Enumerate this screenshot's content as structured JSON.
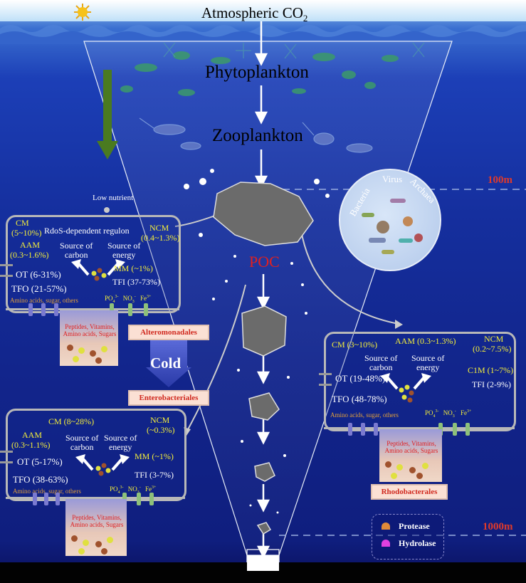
{
  "top": {
    "atmospheric_co2": "Atmospheric CO",
    "co2_sub": "2",
    "phytoplankton": "Phytoplankton",
    "zooplankton": "Zooplankton",
    "poc": "POC",
    "low_nutrient": "Low nutrient"
  },
  "depths": {
    "d100": "100m",
    "d1000": "1000m"
  },
  "microbes_circle": {
    "bacteria": "Bacteria",
    "virus": "Virus",
    "archaea": "Archaea"
  },
  "cell_top_left": {
    "cm_label": "CM",
    "cm_value": "(5~10%)",
    "aam_label": "AAM",
    "aam_value": "(0.3~1.6%)",
    "regulon": "RdoS-dependent regulon",
    "ncm_label": "NCM",
    "ncm_value": "(0.4~1.3%)",
    "source_carbon_1": "Source of",
    "source_carbon_2": "carbon",
    "source_energy_1": "Source of",
    "source_energy_2": "energy",
    "ot": "OT (6-31%)",
    "mm": "MM (~1%)",
    "tfo": "TFO (21-57%)",
    "tfi": "TFI (37-73%)",
    "nutrients": "Amino acids, sugar, others",
    "po4": "PO",
    "po4_sup": "3-",
    "po4_sub": "4",
    "no3": "NO",
    "no3_sub": "3",
    "no3_sup": "-",
    "fe": "Fe",
    "fe_sup": "3+",
    "peri_text": "Peptides, Vitamins, Amino acids, Sugars"
  },
  "labels": {
    "alteromonadales": "Alteromonadales",
    "cold": "Cold",
    "enterobacteriales": "Enterobacteriales",
    "rhodobacterales": "Rhodobacterales"
  },
  "cell_bottom_left": {
    "cm": "CM (8~28%)",
    "ncm_label": "NCM",
    "ncm_value": "(~0.3%)",
    "aam_label": "AAM",
    "aam_value": "(0.3~1.1%)",
    "source_carbon_1": "Source of",
    "source_carbon_2": "carbon",
    "source_energy_1": "Source of",
    "source_energy_2": "energy",
    "mm": "MM (~1%)",
    "ot": "OT (5-17%)",
    "tfi": "TFI (3-7%)",
    "tfo": "TFO (38-63%)",
    "nutrients": "Amino acids, sugar, others",
    "po4": "PO",
    "po4_sup": "3-",
    "po4_sub": "4",
    "no3": "NO",
    "no3_sub": "3",
    "no3_sup": "-",
    "fe": "Fe",
    "fe_sup": "3+",
    "peri_text": "Peptides, Vitamins, Amino acids, Sugars"
  },
  "cell_right": {
    "cm": "CM (3~10%)",
    "aam": "AAM (0.3~1.3%)",
    "ncm_label": "NCM",
    "ncm_value": "(0.2~7.5%)",
    "source_carbon_1": "Source of",
    "source_carbon_2": "carbon",
    "source_energy_1": "Source of",
    "source_energy_2": "energy",
    "c1m": "C1M (1~7%)",
    "ot": "OT (19-48%)",
    "tfi": "TFI (2-9%)",
    "tfo": "TFO (48-78%)",
    "nutrients": "Amino acids, sugar, others",
    "po4": "PO",
    "po4_sup": "3-",
    "po4_sub": "4",
    "no3": "NO",
    "no3_sub": "3",
    "no3_sup": "-",
    "fe": "Fe",
    "fe_sup": "3+",
    "peri_text": "Peptides, Vitamins, Amino acids, Sugars"
  },
  "legend": {
    "protease": "Protease",
    "hydrolase": "Hydrolase"
  },
  "colors": {
    "yellow_text": "#f4ee3a",
    "depth_red": "#e03a2a",
    "poc_red": "#e02020",
    "nutrient_orange": "#e2a03a",
    "protease": "#e08a3a",
    "hydrolase": "#e040e0"
  }
}
